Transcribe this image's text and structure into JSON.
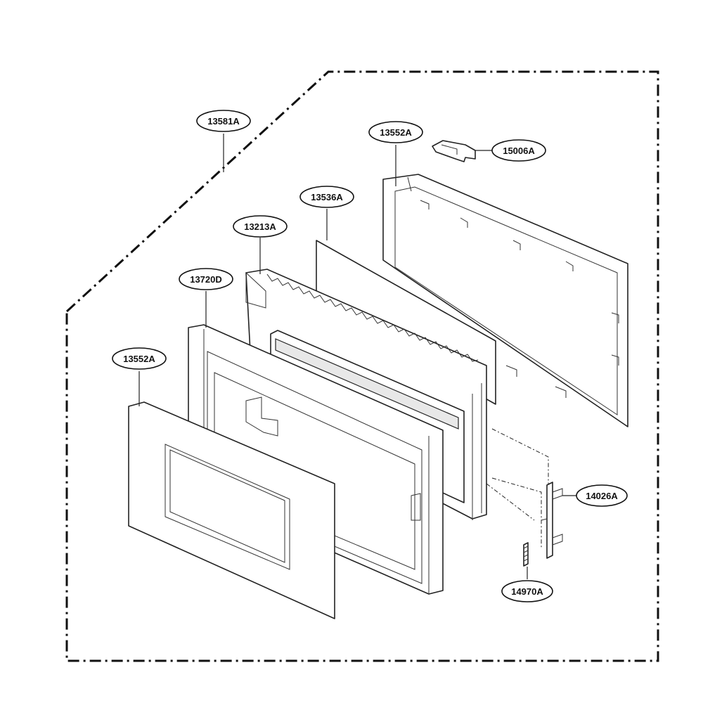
{
  "diagram": {
    "callouts": [
      {
        "id": "c-13581a",
        "label": "13581A",
        "part": "door-assembly"
      },
      {
        "id": "c-13552a-top",
        "label": "13552A",
        "part": "rear-choke-frame"
      },
      {
        "id": "c-15006a",
        "label": "15006A",
        "part": "clip-bracket"
      },
      {
        "id": "c-13536a",
        "label": "13536A",
        "part": "glass-panel"
      },
      {
        "id": "c-13213a",
        "label": "13213A",
        "part": "door-inner-frame"
      },
      {
        "id": "c-13720d",
        "label": "13720D",
        "part": "door-frame"
      },
      {
        "id": "c-13552a-bottom",
        "label": "13552A",
        "part": "front-door-panel"
      },
      {
        "id": "c-14026a",
        "label": "14026A",
        "part": "latch-hook"
      },
      {
        "id": "c-14970a",
        "label": "14970A",
        "part": "latch-spring"
      }
    ]
  }
}
